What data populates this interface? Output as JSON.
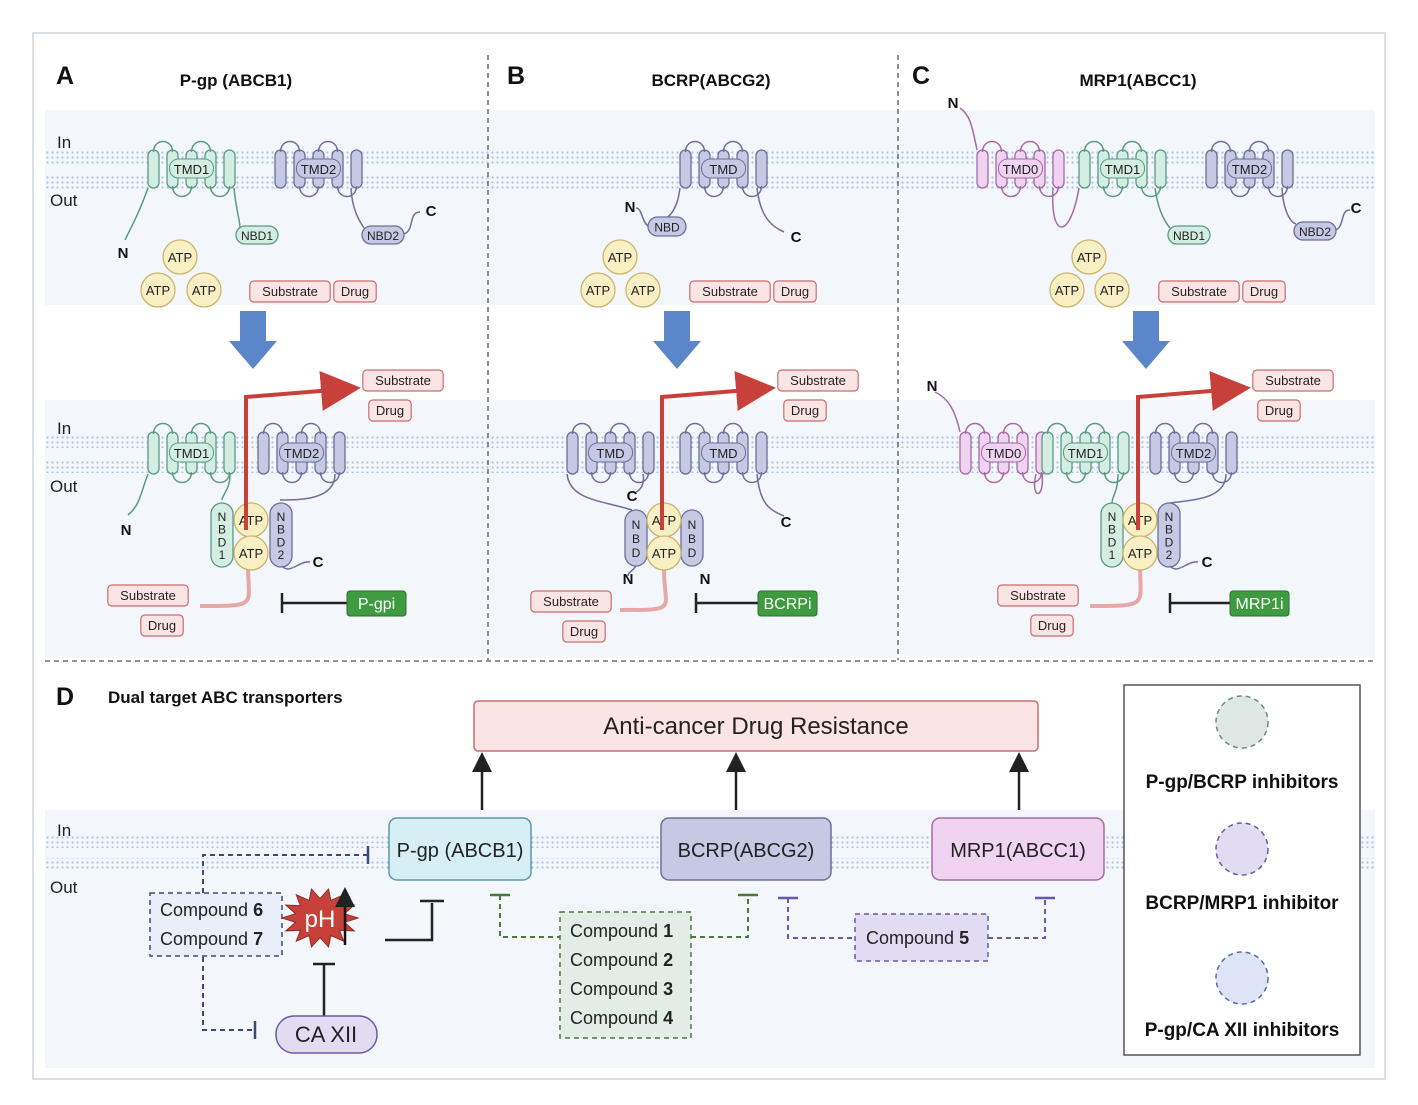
{
  "panels": {
    "a": {
      "letter": "A",
      "title": "P-gp (ABCB1)"
    },
    "b": {
      "letter": "B",
      "title": "BCRP(ABCG2)"
    },
    "c": {
      "letter": "C",
      "title": "MRP1(ABCC1)"
    },
    "d": {
      "letter": "D",
      "title": "Dual target ABC transporters"
    }
  },
  "membrane": {
    "in": "In",
    "out": "Out"
  },
  "terminals": {
    "n": "N",
    "c": "C"
  },
  "domains": {
    "tmd1": "TMD1",
    "tmd2": "TMD2",
    "tmd": "TMD",
    "tmd0": "TMD0",
    "nbd": "NBD",
    "nbd1": "NBD1",
    "nbd2": "NBD2"
  },
  "molecules": {
    "atp": "ATP",
    "substrate": "Substrate",
    "drug": "Drug"
  },
  "inhibitors": {
    "pgpi": "P-gpi",
    "bcrpi": "BCRPi",
    "mrp1i": "MRP1i"
  },
  "panel_d": {
    "resistance": "Anti-cancer Drug Resistance",
    "transporters": [
      "P-gp (ABCB1)",
      "BCRP(ABCG2)",
      "MRP1(ABCC1)"
    ],
    "ph": "pH",
    "caxii": "CA XII",
    "compound_word": "Compound",
    "group_67": [
      "6",
      "7"
    ],
    "group_1234": [
      "1",
      "2",
      "3",
      "4"
    ],
    "group_5": [
      "5"
    ]
  },
  "legend": {
    "items": [
      {
        "label": "P-gp/BCRP inhibitors",
        "color": "#dde8e4"
      },
      {
        "label": "BCRP/MRP1 inhibitor",
        "color": "#e2dcf2"
      },
      {
        "label": "P-gp/CA XII inhibitors",
        "color": "#dde4f5"
      }
    ]
  },
  "colors": {
    "pgp_green": "#d4ede3",
    "pgp_green_stroke": "#5a9a84",
    "bcrp_blue": "#c5c9e3",
    "bcrp_blue_stroke": "#6a7098",
    "mrp_pink": "#f0d3f0",
    "mrp_pink_stroke": "#a36aa6",
    "atp_fill": "#f8f0c4",
    "atp_stroke": "#c9b56a",
    "tag_fill": "#fbe4e4",
    "tag_stroke": "#c86e6e",
    "inhib_green": "#3f9b3f",
    "arrow_red": "#c7413a",
    "arrow_blue": "#5b86c9"
  }
}
